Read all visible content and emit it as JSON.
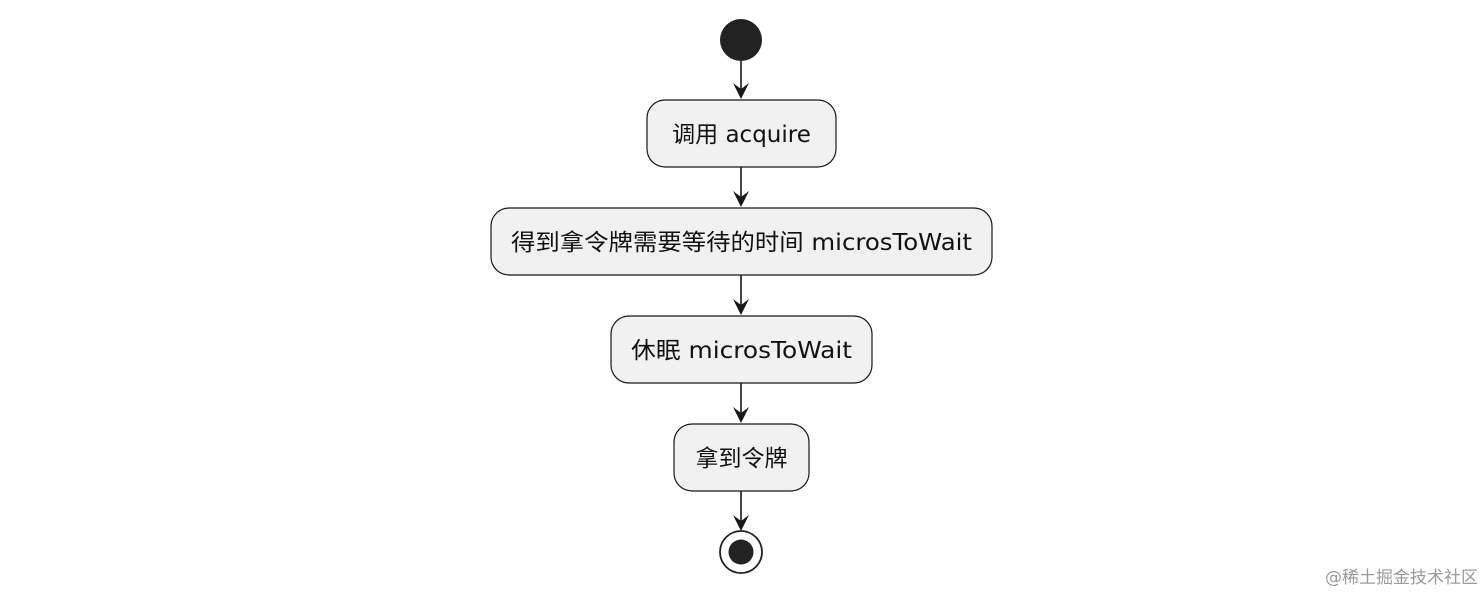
{
  "diagram": {
    "type": "activity",
    "colors": {
      "node_fill": "#f1f1f1",
      "node_stroke": "#181818",
      "start_end_fill": "#222222",
      "text": "#111111"
    },
    "steps": [
      "调用 acquire",
      "得到拿令牌需要等待的时间 microsToWait",
      "休眠 microsToWait",
      "拿到令牌"
    ]
  },
  "watermark": "@稀土掘金技术社区"
}
